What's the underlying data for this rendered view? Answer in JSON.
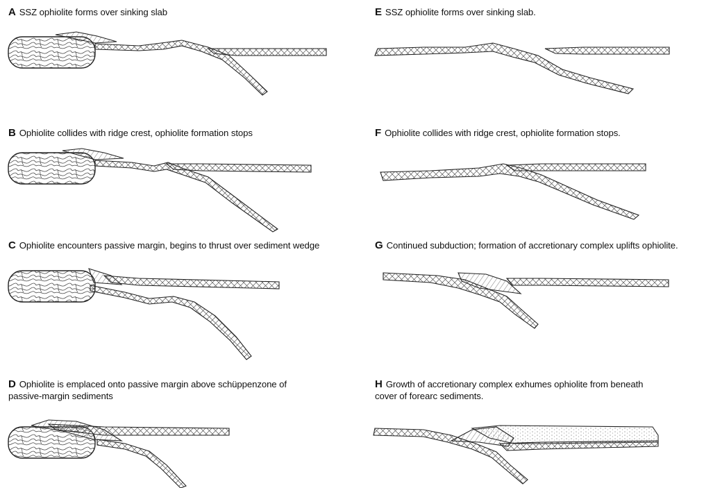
{
  "panels": [
    {
      "id": "A",
      "letter": "A",
      "caption": "SSZ ophiolite forms over sinking slab",
      "caption_line2": ""
    },
    {
      "id": "B",
      "letter": "B",
      "caption": "Ophiolite collides with ridge crest, ophiolite formation stops",
      "caption_line2": ""
    },
    {
      "id": "C",
      "letter": "C",
      "caption": "Ophiolite encounters passive margin, begins to thrust over sediment wedge",
      "caption_line2": ""
    },
    {
      "id": "D",
      "letter": "D",
      "caption": "Ophiolite is emplaced onto passive margin above schüppenzone of",
      "caption_line2": "passive-margin sediments"
    },
    {
      "id": "E",
      "letter": "E",
      "caption": "SSZ ophiolite forms over sinking slab.",
      "caption_line2": ""
    },
    {
      "id": "F",
      "letter": "F",
      "caption": "Ophiolite collides with ridge crest, ophiolite formation stops.",
      "caption_line2": ""
    },
    {
      "id": "G",
      "letter": "G",
      "caption": "Continued subduction; formation of accretionary complex uplifts ophiolite.",
      "caption_line2": ""
    },
    {
      "id": "H",
      "letter": "H",
      "caption": "Growth of accretionary complex exhumes ophiolite from beneath",
      "caption_line2": "cover of forearc sediments."
    }
  ],
  "colors": {
    "ink": "#222222",
    "fill": "#ffffff",
    "hatch": "#444444"
  }
}
